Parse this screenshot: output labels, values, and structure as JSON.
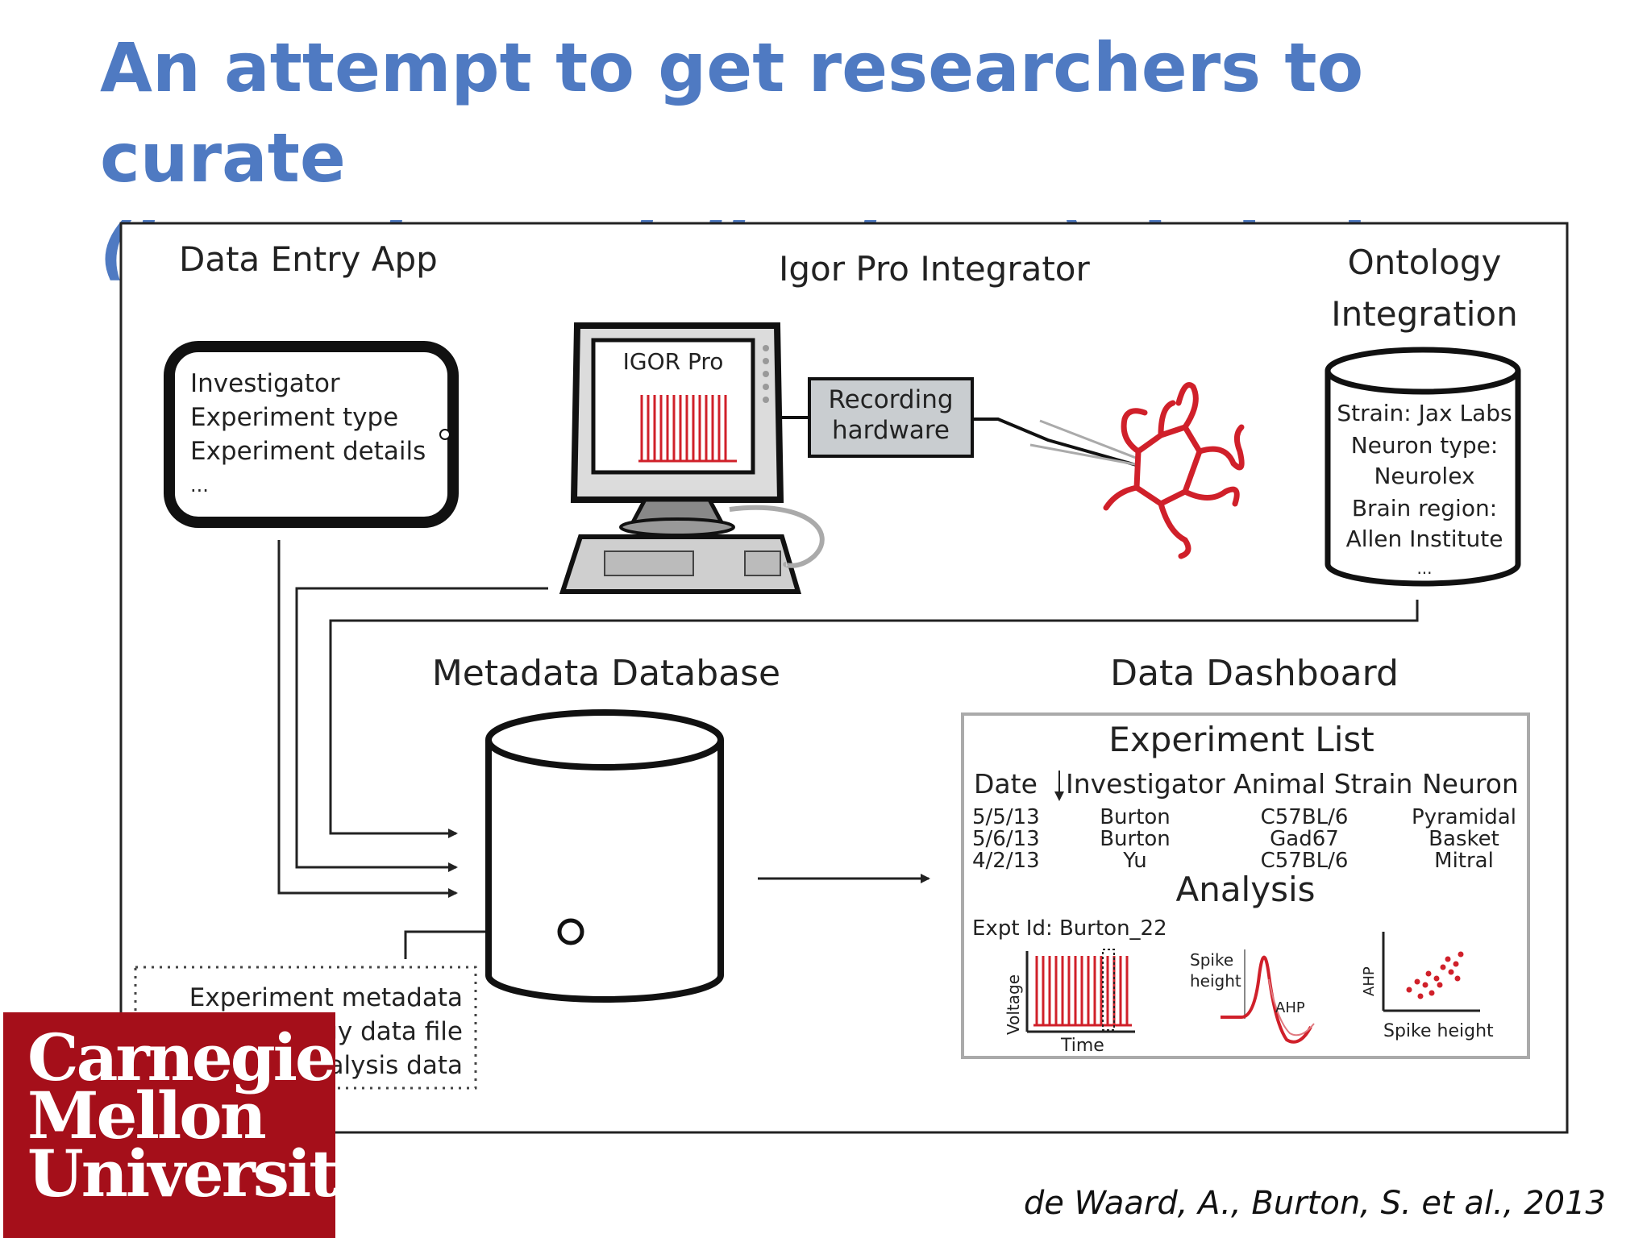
{
  "slide": {
    "title_line1": "An attempt to get researchers to curate",
    "title_line2_italic": "(but only partially share!)",
    "title_line2_rest": " their data:",
    "citation": "de Waard, A., Burton, S. et al., 2013"
  },
  "logo": {
    "lines": [
      "Carnegie",
      "Mellon",
      "University"
    ],
    "color": "#a50f1a"
  },
  "diagram": {
    "data_entry": {
      "title": "Data Entry App",
      "fields": [
        "Investigator",
        "Experiment type",
        "Experiment details",
        "..."
      ]
    },
    "igor": {
      "title": "Igor Pro Integrator",
      "screen_label": "IGOR Pro",
      "recording_l1": "Recording",
      "recording_l2": "hardware"
    },
    "ontology": {
      "title_l1": "Ontology",
      "title_l2": "Integration",
      "lines": [
        "Strain: Jax Labs",
        "Neuron type:",
        "Neurolex",
        "Brain region:",
        "Allen Institute",
        "..."
      ]
    },
    "metadata_db": {
      "title": "Metadata Database"
    },
    "files": {
      "l1": "Experiment metadata",
      "l2": "gy data file",
      "l3": "nalysis data"
    },
    "dashboard": {
      "title": "Data Dashboard",
      "list_title": "Experiment List",
      "headers": [
        "Date",
        "Investigator",
        "Animal Strain",
        "Neuron"
      ],
      "dates": [
        "5/5/13",
        "5/6/13",
        "4/2/13"
      ],
      "investigators": [
        "Burton",
        "Burton",
        "Yu"
      ],
      "strains": [
        "C57BL/6",
        "Gad67",
        "C57BL/6"
      ],
      "neurons": [
        "Pyramidal",
        "Basket",
        "Mitral"
      ],
      "analysis_title": "Analysis",
      "expt_id": "Expt Id: Burton_22",
      "plot1_ylabel": "Voltage",
      "plot1_xlabel": "Time",
      "plot2_l1": "Spike",
      "plot2_l2": "height",
      "plot2_ahp": "AHP",
      "plot3_ylabel": "AHP",
      "plot3_xlabel": "Spike height"
    },
    "accent_red": "#d0202a"
  }
}
